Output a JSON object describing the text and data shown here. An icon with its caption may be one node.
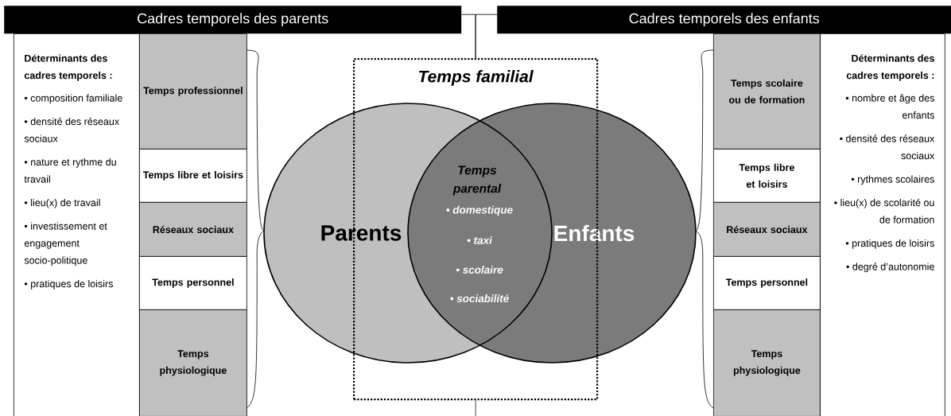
{
  "diagram": {
    "nodes": [
      {
        "text": [
          "Cadres temporels des parents"
        ]
      },
      {
        "text": [
          "Cadres temporels des enfants"
        ]
      },
      {
        "text": [
          "Déterminants des cadres temporels :",
          "• composition familiale",
          "• densité des réseaux sociaux",
          "• nature et rythme du travail",
          "• lieu(x) de travail",
          "• investissement et engagement socio-politique",
          "• pratiques de loisirs"
        ]
      },
      {
        "text": [
          "Temps professionnel"
        ]
      },
      {
        "text": [
          "Temps libre et loisirs"
        ]
      },
      {
        "text": [
          "Réseaux sociaux"
        ]
      },
      {
        "text": [
          "Temps personnel"
        ]
      },
      {
        "text": [
          "Temps physiologique"
        ]
      },
      {
        "text": [
          "Temps familial"
        ]
      },
      {
        "text": [
          "Parents"
        ]
      },
      {
        "text": [
          "Enfants"
        ]
      },
      {
        "text": [
          "Temps scolaire ou de formation"
        ]
      },
      {
        "text": [
          "Temps libre et loisirs"
        ]
      },
      {
        "text": [
          "Réseaux sociaux"
        ]
      },
      {
        "text": [
          "Temps personnel"
        ]
      },
      {
        "text": [
          "Temps physiologique"
        ]
      },
      {
        "text": [
          "Déterminants des cadres temporels :",
          "• nombre et âge des enfants",
          "• densité des réseaux sociaux",
          "• rythmes scolaires",
          "• lieu(x) de scolarité ou de formation",
          "• pratiques de loisirs",
          "• degré d’autonomie"
        ]
      }
    ],
    "edges": [
      {
        "from": 0,
        "to": 8,
        "arrow": "none"
      },
      {
        "from": 1,
        "to": 8,
        "arrow": "none"
      },
      {
        "from": 8,
        "to": null,
        "arrow": "none"
      }
    ],
    "labels": [
      "Temps parental",
      "• domestique",
      "• taxi",
      "• scolaire",
      "• sociabilité"
    ]
  }
}
